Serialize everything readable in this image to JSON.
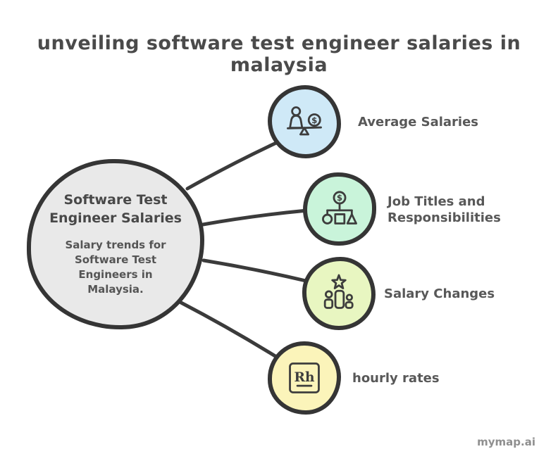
{
  "title": "unveiling software test engineer salaries in malaysia",
  "center_node": {
    "heading": "Software Test Engineer Salaries",
    "subtitle": "Salary trends for Software Test Engineers in Malaysia."
  },
  "nodes": [
    {
      "label": "Average Salaries",
      "icon": "person-dollar-balance-icon",
      "fill": "#cfe9f7"
    },
    {
      "label": "Job Titles and Responsibilities",
      "icon": "dollar-hierarchy-icon",
      "fill": "#c9f4da"
    },
    {
      "label": "Salary Changes",
      "icon": "star-ranking-icon",
      "fill": "#e8f6c1"
    },
    {
      "label": "hourly rates",
      "icon": "robert-half-logo-icon",
      "fill": "#fbf4ba"
    }
  ],
  "icon_glyphs": {
    "dollar": "$",
    "robert_half": "Rh"
  },
  "watermark": "mymap.ai",
  "colors": {
    "background": "#ffffff",
    "outline": "#353535",
    "title_text": "#4a4a4a",
    "label_text": "#585858",
    "center_fill": "#e9e9e9",
    "node1_fill": "#cfe9f7",
    "node2_fill": "#c9f4da",
    "node3_fill": "#e8f6c1",
    "node4_fill": "#fbf4ba",
    "connector": "#3b3b3b",
    "watermark_text": "#8f8f8f"
  }
}
